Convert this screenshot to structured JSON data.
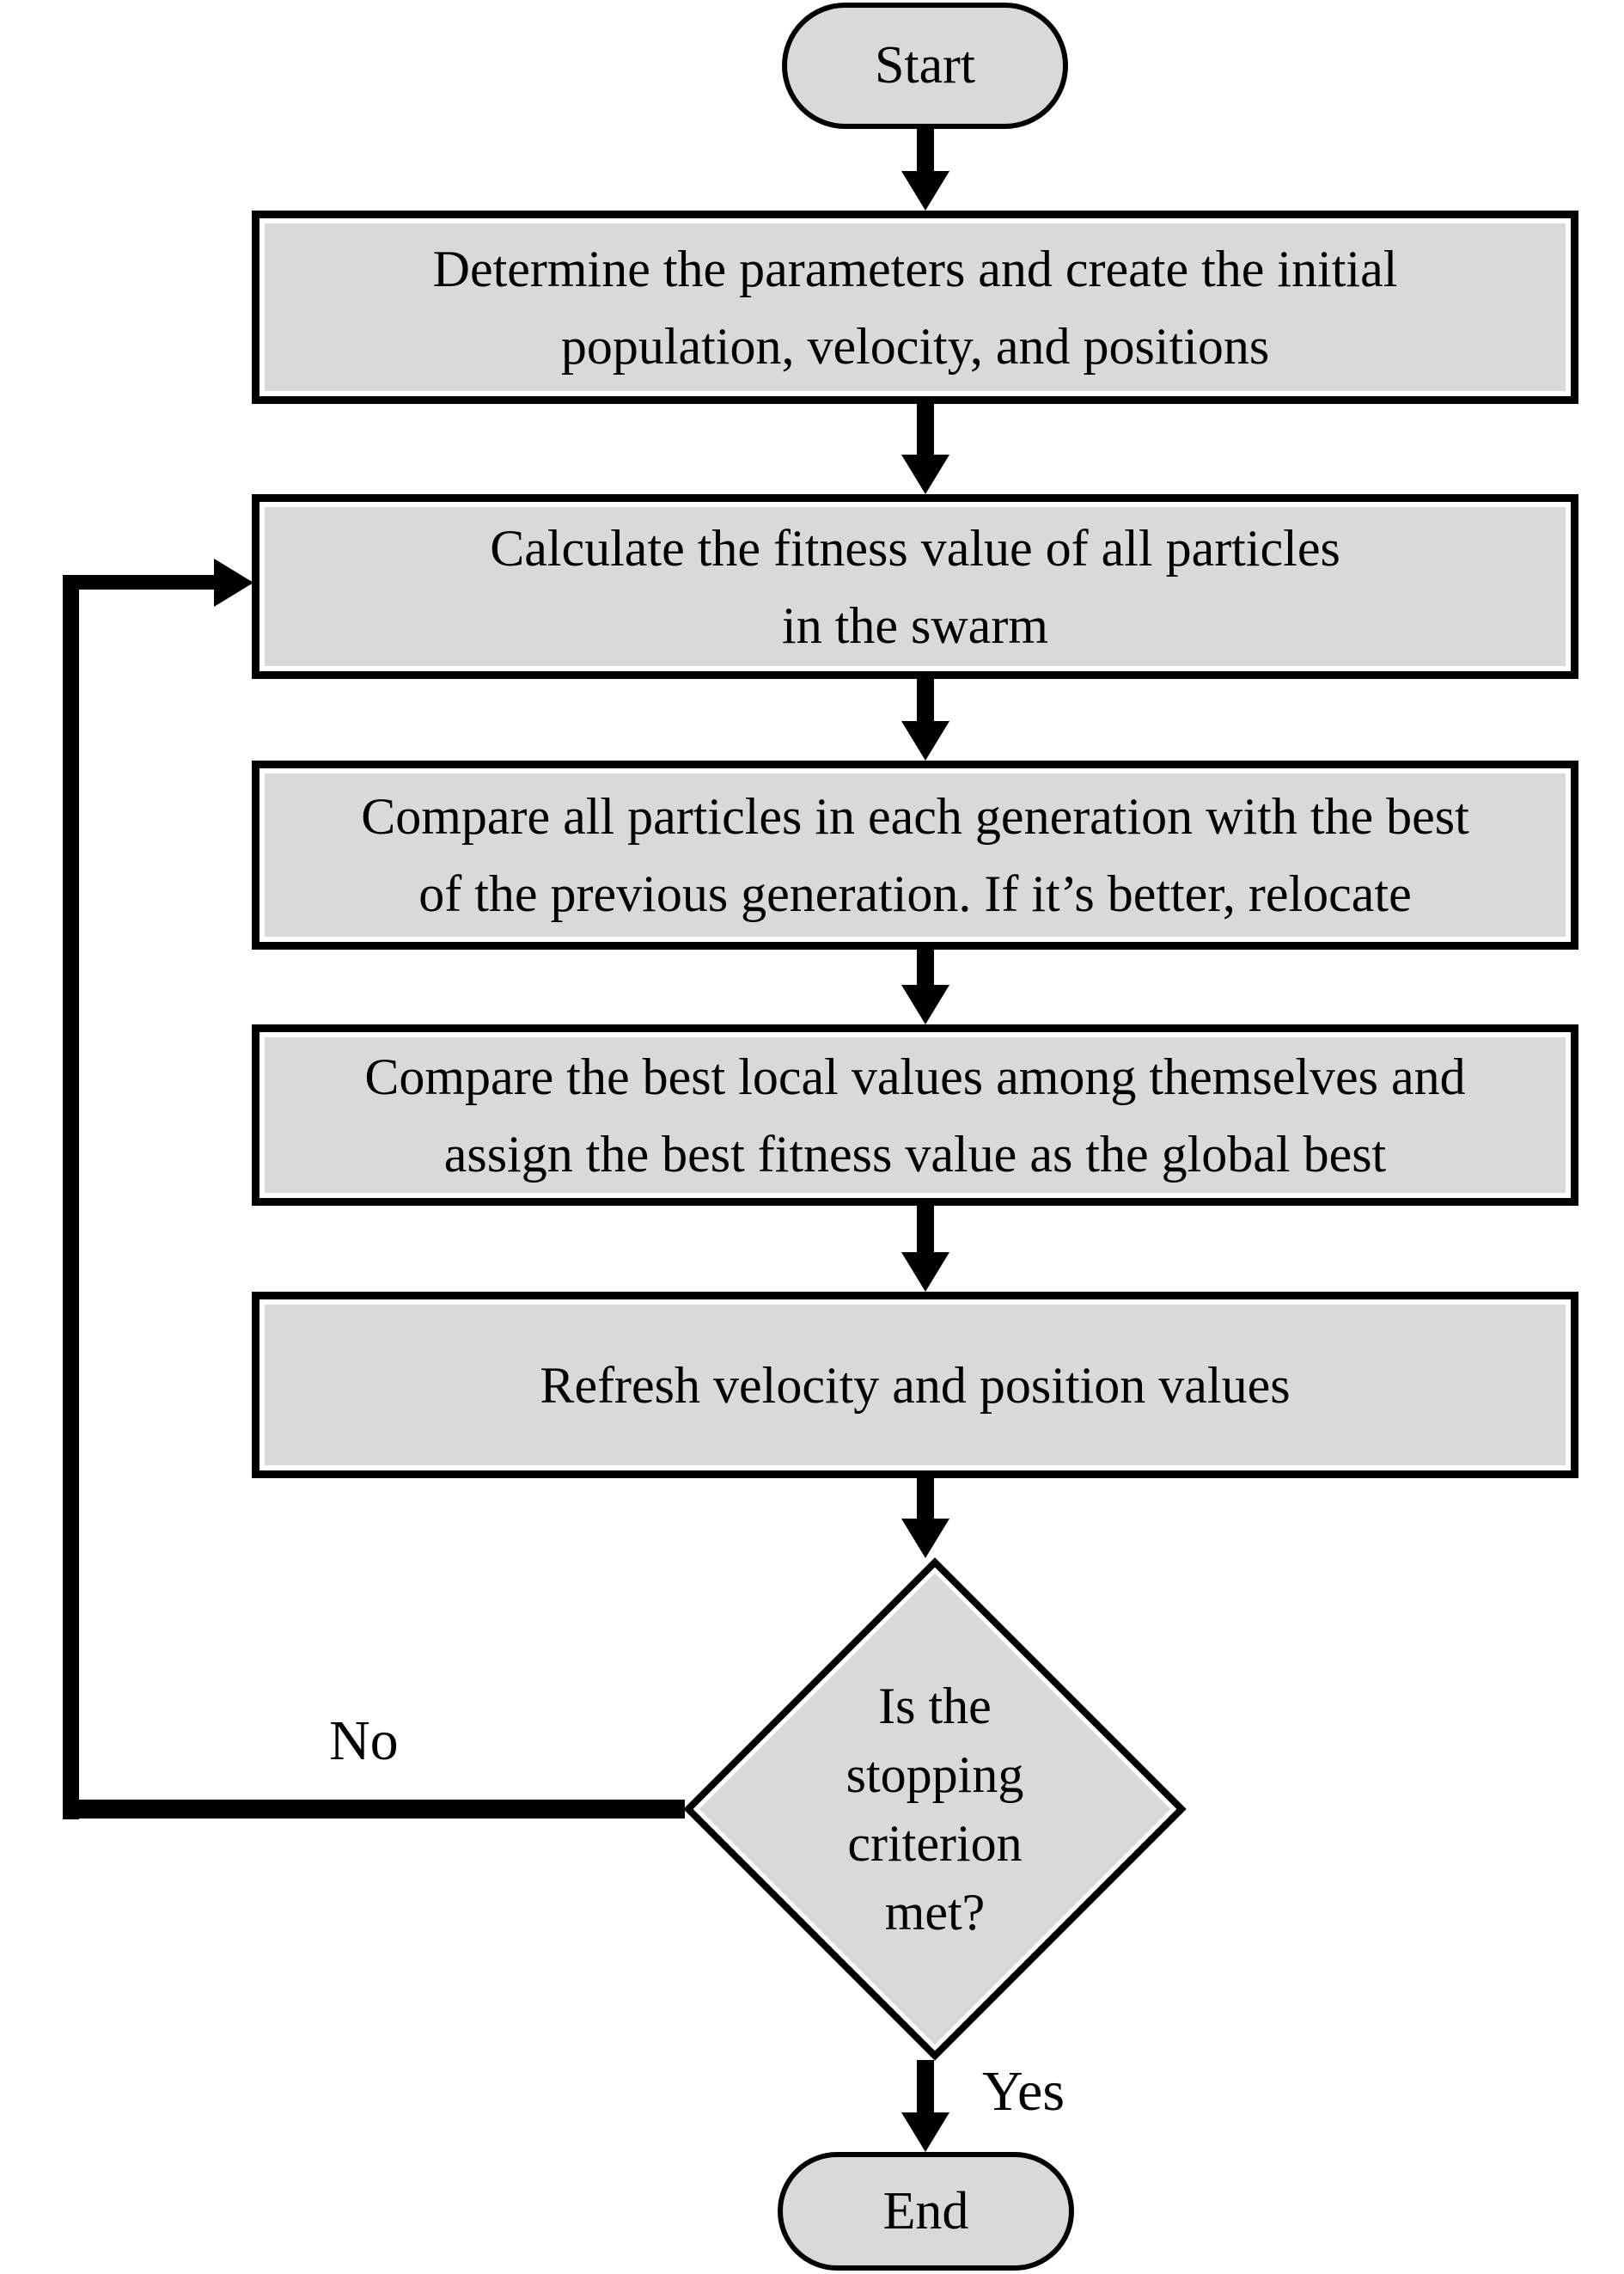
{
  "nodes": {
    "start": {
      "label": "Start"
    },
    "step1": {
      "lines": [
        "Determine the parameters and create the initial",
        "population, velocity, and positions"
      ]
    },
    "step2": {
      "lines": [
        "Calculate the fitness value of all particles",
        "in the swarm"
      ]
    },
    "step3": {
      "lines": [
        "Compare all particles in each generation with the best",
        "of the previous generation. If it’s better, relocate"
      ]
    },
    "step4": {
      "lines": [
        "Compare the best local values among themselves and",
        "assign the best fitness value as the global best"
      ]
    },
    "step5": {
      "lines": [
        "Refresh velocity and position values"
      ]
    },
    "decision": {
      "lines": [
        "Is the",
        "stopping",
        "criterion",
        "met?"
      ]
    },
    "end": {
      "label": "End"
    }
  },
  "edges": {
    "no_label": "No",
    "yes_label": "Yes"
  },
  "colors": {
    "node_fill": "#d9d9d9",
    "outline": "#000000",
    "background": "#ffffff",
    "inner_highlight": "#ffffff"
  }
}
